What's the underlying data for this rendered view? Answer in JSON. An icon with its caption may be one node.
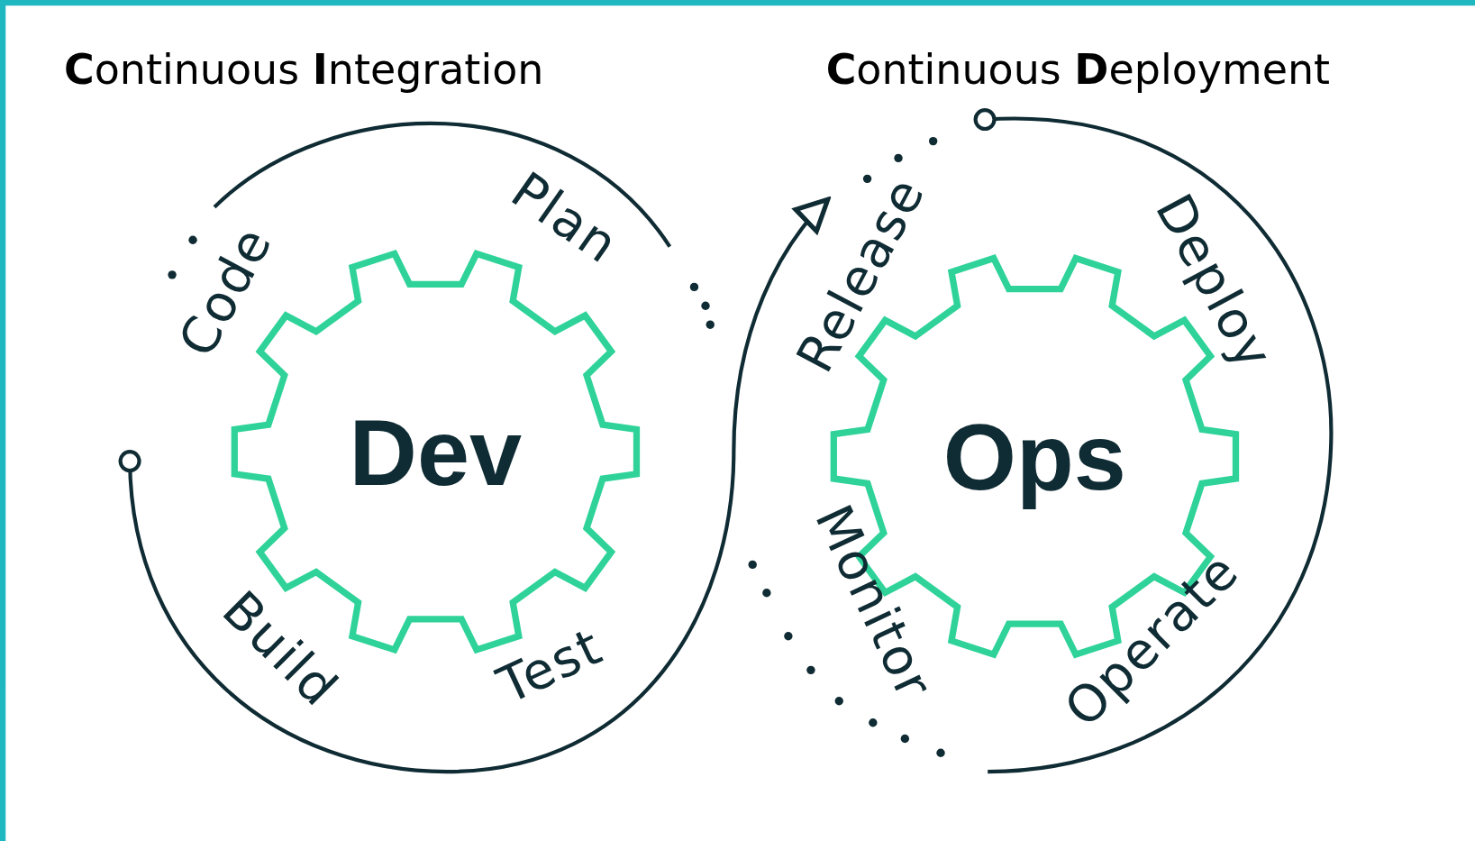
{
  "diagram": {
    "nodes": [
      {
        "text": [
          "Dev"
        ]
      },
      {
        "text": [
          "Ops"
        ]
      }
    ],
    "labels": [
      "**C**ontinuous **I**ntegration",
      "**C**ontinuous **D**eployment",
      "Plan",
      "Deploy",
      "Code",
      "Release",
      "Monitor",
      "Build",
      "Test",
      "Operate"
    ]
  }
}
